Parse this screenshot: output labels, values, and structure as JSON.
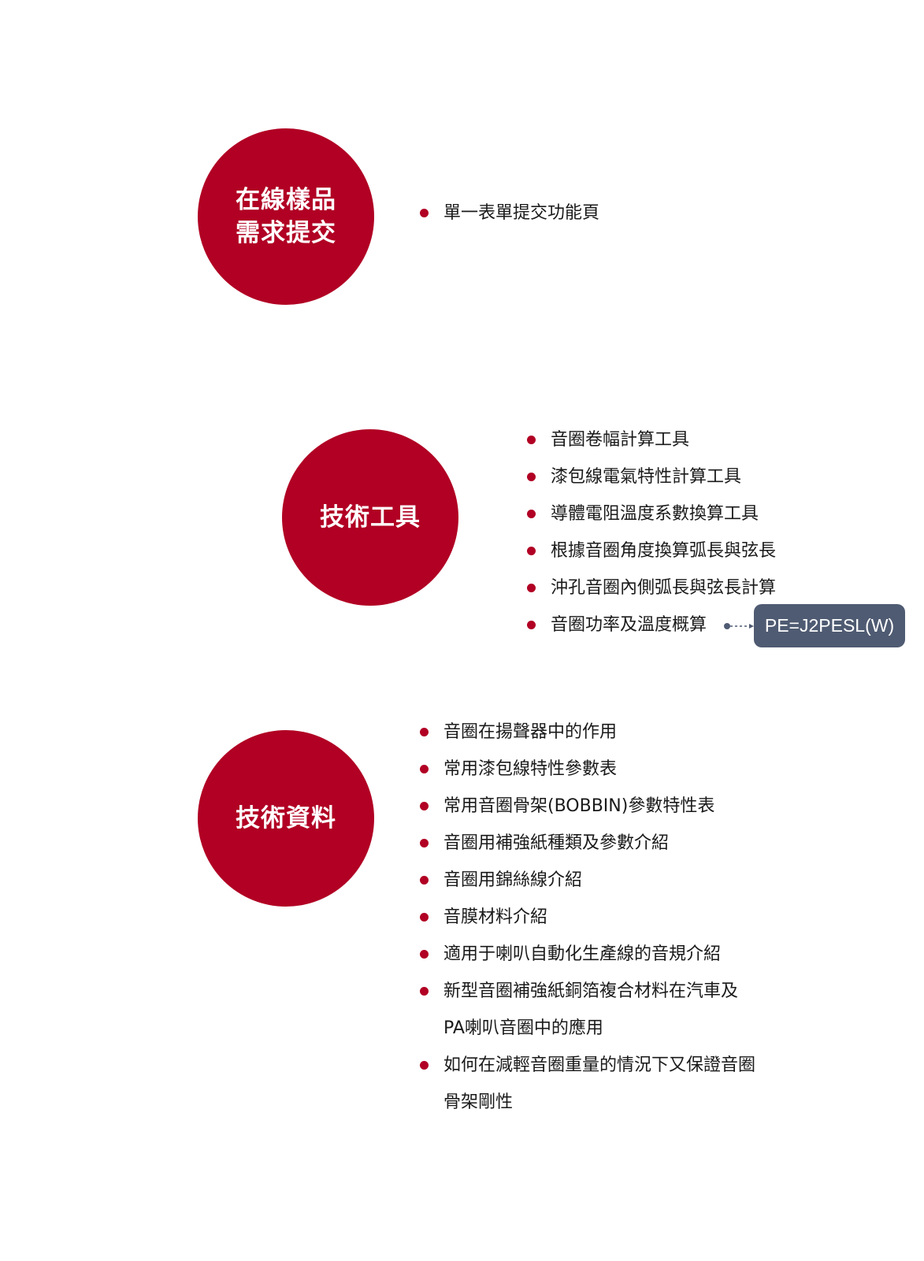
{
  "colors": {
    "accent": "#b10024",
    "tag_bg": "#4f5b72",
    "text": "#1a1a1a"
  },
  "sections": [
    {
      "title": "在線樣品\n需求提交",
      "items": [
        "單一表單提交功能頁"
      ]
    },
    {
      "title": "技術工具",
      "items": [
        "音圈卷幅計算工具",
        "漆包線電氣特性計算工具",
        "導體電阻溫度系數換算工具",
        "根據音圈角度換算弧長與弦長",
        "沖孔音圈內側弧長與弦長計算",
        "音圈功率及溫度概算"
      ],
      "tag": "PE=J2PESL(W)"
    },
    {
      "title": "技術資料",
      "items": [
        "音圈在揚聲器中的作用",
        "常用漆包線特性參數表",
        "常用音圈骨架(BOBBIN)參數特性表",
        "音圈用補強紙種類及參數介紹",
        "音圈用錦絲線介紹",
        "音膜材料介紹",
        "適用于喇叭自動化生產線的音規介紹",
        "新型音圈補強紙銅箔複合材料在汽車及\nPA喇叭音圈中的應用",
        "如何在減輕音圈重量的情況下又保證音圈\n骨架剛性"
      ]
    }
  ]
}
